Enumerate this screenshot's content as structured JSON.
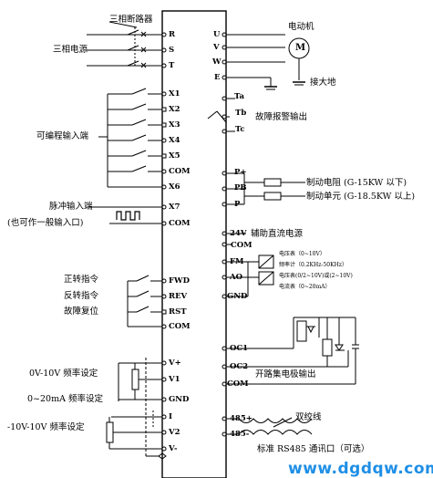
{
  "left_labels": {
    "breaker": "三相断路器",
    "power": "三相电源",
    "prog_input": "可编程输入端",
    "pulse_input": "脉冲输入端",
    "pulse_note": "(也可作一般输入口)",
    "fwd_cmd": "正转指令",
    "rev_cmd": "反转指令",
    "fault_reset": "故障复位",
    "v_set": "0V-10V 频率设定",
    "i_set": "0~20mA 频率设定",
    "bi_set": "-10V-10V 频率设定"
  },
  "right_labels": {
    "motor": "电动机",
    "motor_symbol": "M",
    "ground": "接大地",
    "fault_out": "故障报警输出",
    "brake_res": "制动电阻 (G-15KW 以下)",
    "brake_unit": "制动单元 (G-18.5KW 以上)",
    "aux_dc": "辅助直流电源",
    "voltmeter": "电压表（0~10V）",
    "freq_meter": "频率计（0.2KHz-50KHz）",
    "volt_meter2": "电压表(0/2~10V)或(2~10V)",
    "current_meter": "电流表（0~20mA）",
    "oc_out": "开路集电极输出",
    "twisted": "双绞线",
    "rs485": "标准 RS485 通讯口（可选）"
  },
  "left_terminals": [
    "R",
    "S",
    "T",
    "X1",
    "X2",
    "X3",
    "X4",
    "X5",
    "COM",
    "X6",
    "X7",
    "COM",
    "FWD",
    "REV",
    "RST",
    "COM",
    "V+",
    "V1",
    "GND",
    "I",
    "V2",
    "V-"
  ],
  "right_terminals": [
    "U",
    "V",
    "W",
    "E",
    "Ta",
    "Tb",
    "Tc",
    "P+",
    "PB",
    "P-",
    "24V",
    "COM",
    "FM",
    "AO",
    "GND",
    "OC1",
    "OC2",
    "COM",
    "485+",
    "485-"
  ],
  "watermark": "www.dgdqw.com"
}
